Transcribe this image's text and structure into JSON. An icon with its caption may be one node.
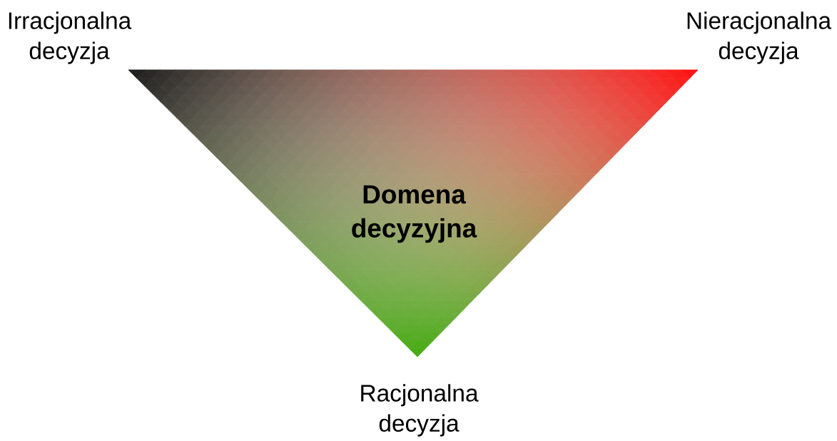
{
  "diagram": {
    "nodes": [
      {
        "text": [
          "Domena decyzyjna"
        ]
      }
    ],
    "labels": [
      "Irracjonalna decyzja",
      "Nieracjonalna decyzja",
      "Racjonalna decyzja"
    ]
  }
}
